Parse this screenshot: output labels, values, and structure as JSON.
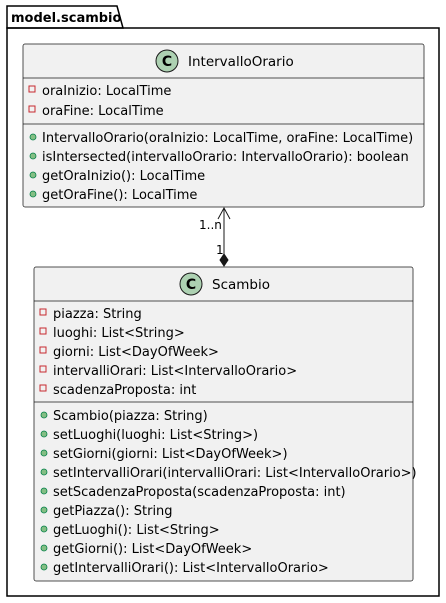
{
  "colors": {
    "class_fill": "#F1F1F1",
    "class_border": "#181818",
    "stereotype_circle": "#ADD1B2",
    "private_marker": "#C82930",
    "public_marker": "#84BE84",
    "line": "#181818"
  },
  "package": {
    "name": "model.scambio"
  },
  "classes": {
    "intervallo_orario": {
      "stereotype_letter": "C",
      "name": "IntervalloOrario",
      "attributes": [
        "oraInizio: LocalTime",
        "oraFine: LocalTime"
      ],
      "methods": [
        "IntervalloOrario(oraInizio: LocalTime, oraFine: LocalTime)",
        "isIntersected(intervalloOrario: IntervalloOrario): boolean",
        "getOraInizio(): LocalTime",
        "getOraFine(): LocalTime"
      ]
    },
    "scambio": {
      "stereotype_letter": "C",
      "name": "Scambio",
      "attributes": [
        "piazza: String",
        "luoghi: List<String>",
        "giorni: List<DayOfWeek>",
        "intervalliOrari: List<IntervalloOrario>",
        "scadenzaProposta: int"
      ],
      "methods": [
        "Scambio(piazza: String)",
        "setLuoghi(luoghi: List<String>)",
        "setGiorni(giorni: List<DayOfWeek>)",
        "setIntervalliOrari(intervalliOrari: List<IntervalloOrario>)",
        "setScadenzaProposta(scadenzaProposta: int)",
        "getPiazza(): String",
        "getLuoghi(): List<String>",
        "getGiorni(): List<DayOfWeek>",
        "getIntervalliOrari(): List<IntervalloOrario>"
      ]
    }
  },
  "relation": {
    "kind": "composition",
    "target_multiplicity": "1..n",
    "source_multiplicity": "1"
  }
}
